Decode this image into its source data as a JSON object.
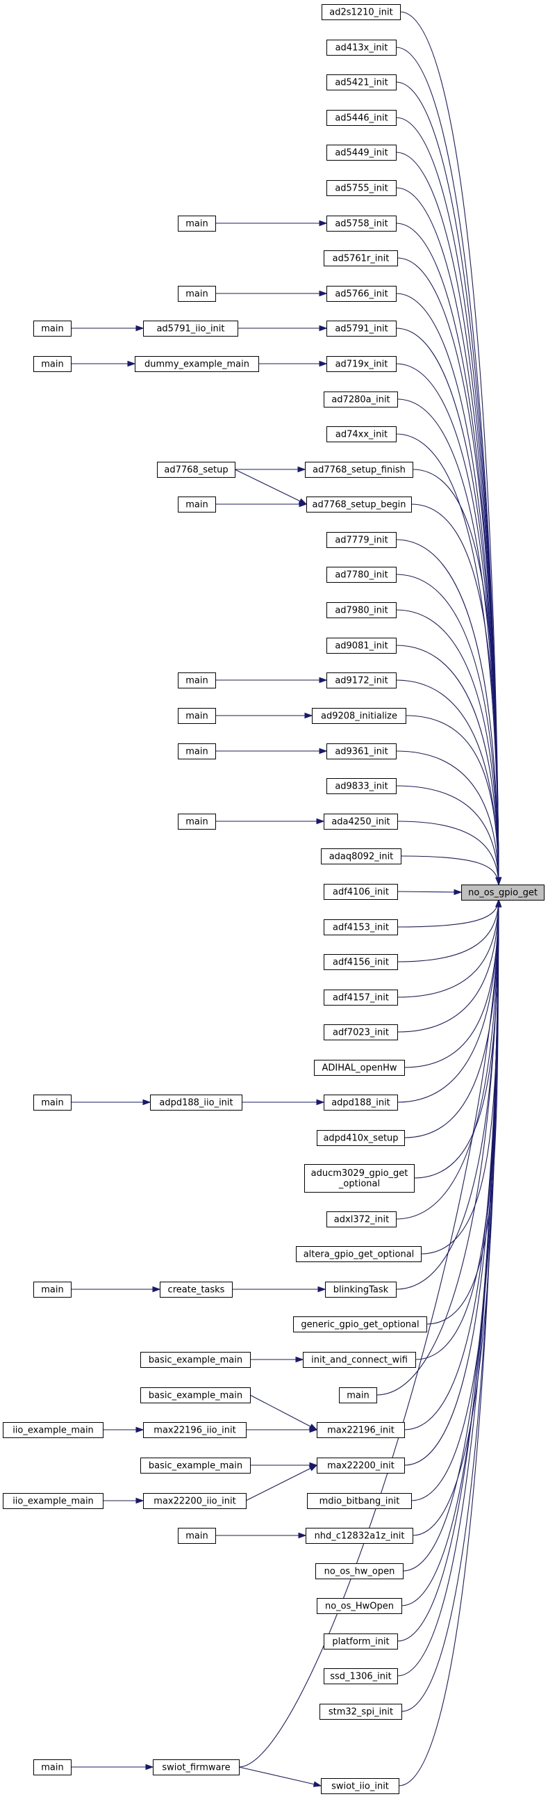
{
  "graph": {
    "target": "no_os_gpio_get",
    "colors": {
      "edge": "#191970",
      "node_border": "#000000",
      "target_fill": "#bfbfbf"
    },
    "nodes": [
      {
        "id": "n_no_os_gpio_get",
        "lines": [
          "no_os_gpio_get"
        ],
        "target": true
      },
      {
        "id": "n_ad2s1210_init",
        "lines": [
          "ad2s1210_init"
        ]
      },
      {
        "id": "n_ad413x_init",
        "lines": [
          "ad413x_init"
        ]
      },
      {
        "id": "n_ad5421_init",
        "lines": [
          "ad5421_init"
        ]
      },
      {
        "id": "n_ad5446_init",
        "lines": [
          "ad5446_init"
        ]
      },
      {
        "id": "n_ad5449_init",
        "lines": [
          "ad5449_init"
        ]
      },
      {
        "id": "n_ad5755_init",
        "lines": [
          "ad5755_init"
        ]
      },
      {
        "id": "n_ad5758_init",
        "lines": [
          "ad5758_init"
        ]
      },
      {
        "id": "n_ad5761r_init",
        "lines": [
          "ad5761r_init"
        ]
      },
      {
        "id": "n_ad5766_init",
        "lines": [
          "ad5766_init"
        ]
      },
      {
        "id": "n_ad5791_init",
        "lines": [
          "ad5791_init"
        ]
      },
      {
        "id": "n_ad719x_init",
        "lines": [
          "ad719x_init"
        ]
      },
      {
        "id": "n_ad7280a_init",
        "lines": [
          "ad7280a_init"
        ]
      },
      {
        "id": "n_ad74xx_init",
        "lines": [
          "ad74xx_init"
        ]
      },
      {
        "id": "n_ad7768_setup_finish",
        "lines": [
          "ad7768_setup_finish"
        ]
      },
      {
        "id": "n_ad7768_setup_begin",
        "lines": [
          "ad7768_setup_begin"
        ]
      },
      {
        "id": "n_ad7779_init",
        "lines": [
          "ad7779_init"
        ]
      },
      {
        "id": "n_ad7780_init",
        "lines": [
          "ad7780_init"
        ]
      },
      {
        "id": "n_ad7980_init",
        "lines": [
          "ad7980_init"
        ]
      },
      {
        "id": "n_ad9081_init",
        "lines": [
          "ad9081_init"
        ]
      },
      {
        "id": "n_ad9172_init",
        "lines": [
          "ad9172_init"
        ]
      },
      {
        "id": "n_ad9208_initialize",
        "lines": [
          "ad9208_initialize"
        ]
      },
      {
        "id": "n_ad9361_init",
        "lines": [
          "ad9361_init"
        ]
      },
      {
        "id": "n_ad9833_init",
        "lines": [
          "ad9833_init"
        ]
      },
      {
        "id": "n_ada4250_init",
        "lines": [
          "ada4250_init"
        ]
      },
      {
        "id": "n_adaq8092_init",
        "lines": [
          "adaq8092_init"
        ]
      },
      {
        "id": "n_adf4106_init",
        "lines": [
          "adf4106_init"
        ]
      },
      {
        "id": "n_adf4153_init",
        "lines": [
          "adf4153_init"
        ]
      },
      {
        "id": "n_adf4156_init",
        "lines": [
          "adf4156_init"
        ]
      },
      {
        "id": "n_adf4157_init",
        "lines": [
          "adf4157_init"
        ]
      },
      {
        "id": "n_adf7023_init",
        "lines": [
          "adf7023_init"
        ]
      },
      {
        "id": "n_ADIHAL_openHw",
        "lines": [
          "ADIHAL_openHw"
        ]
      },
      {
        "id": "n_adpd188_init",
        "lines": [
          "adpd188_init"
        ]
      },
      {
        "id": "n_adpd410x_setup",
        "lines": [
          "adpd410x_setup"
        ]
      },
      {
        "id": "n_aducm3029",
        "lines": [
          "aducm3029_gpio_get",
          "_optional"
        ]
      },
      {
        "id": "n_adxl372_init",
        "lines": [
          "adxl372_init"
        ]
      },
      {
        "id": "n_altera",
        "lines": [
          "altera_gpio_get_optional"
        ]
      },
      {
        "id": "n_blinkingTask",
        "lines": [
          "blinkingTask"
        ]
      },
      {
        "id": "n_generic",
        "lines": [
          "generic_gpio_get_optional"
        ]
      },
      {
        "id": "n_init_and_connect_wifi",
        "lines": [
          "init_and_connect_wifi"
        ]
      },
      {
        "id": "n_main_direct",
        "lines": [
          "main"
        ]
      },
      {
        "id": "n_max22196_init",
        "lines": [
          "max22196_init"
        ]
      },
      {
        "id": "n_max22200_init",
        "lines": [
          "max22200_init"
        ]
      },
      {
        "id": "n_mdio_bitbang_init",
        "lines": [
          "mdio_bitbang_init"
        ]
      },
      {
        "id": "n_nhd",
        "lines": [
          "nhd_c12832a1z_init"
        ]
      },
      {
        "id": "n_no_os_hw_open",
        "lines": [
          "no_os_hw_open"
        ]
      },
      {
        "id": "n_no_os_HwOpen",
        "lines": [
          "no_os_HwOpen"
        ]
      },
      {
        "id": "n_platform_init",
        "lines": [
          "platform_init"
        ]
      },
      {
        "id": "n_ssd_1306_init",
        "lines": [
          "ssd_1306_init"
        ]
      },
      {
        "id": "n_stm32_spi_init",
        "lines": [
          "stm32_spi_init"
        ]
      },
      {
        "id": "n_swiot_iio_init",
        "lines": [
          "swiot_iio_init"
        ]
      },
      {
        "id": "n_main_5758",
        "lines": [
          "main"
        ]
      },
      {
        "id": "n_main_5766",
        "lines": [
          "main"
        ]
      },
      {
        "id": "n_ad5791_iio_init",
        "lines": [
          "ad5791_iio_init"
        ]
      },
      {
        "id": "n_dummy_example_main",
        "lines": [
          "dummy_example_main"
        ]
      },
      {
        "id": "n_ad7768_setup",
        "lines": [
          "ad7768_setup"
        ]
      },
      {
        "id": "n_main_7768",
        "lines": [
          "main"
        ]
      },
      {
        "id": "n_main_9172",
        "lines": [
          "main"
        ]
      },
      {
        "id": "n_main_9208",
        "lines": [
          "main"
        ]
      },
      {
        "id": "n_main_9361",
        "lines": [
          "main"
        ]
      },
      {
        "id": "n_main_4250",
        "lines": [
          "main"
        ]
      },
      {
        "id": "n_adpd188_iio_init",
        "lines": [
          "adpd188_iio_init"
        ]
      },
      {
        "id": "n_create_tasks",
        "lines": [
          "create_tasks"
        ]
      },
      {
        "id": "n_basic_wifi",
        "lines": [
          "basic_example_main"
        ]
      },
      {
        "id": "n_basic_22196",
        "lines": [
          "basic_example_main"
        ]
      },
      {
        "id": "n_max22196_iio_init",
        "lines": [
          "max22196_iio_init"
        ]
      },
      {
        "id": "n_basic_22200",
        "lines": [
          "basic_example_main"
        ]
      },
      {
        "id": "n_max22200_iio_init",
        "lines": [
          "max22200_iio_init"
        ]
      },
      {
        "id": "n_main_nhd",
        "lines": [
          "main"
        ]
      },
      {
        "id": "n_swiot_firmware",
        "lines": [
          "swiot_firmware"
        ]
      },
      {
        "id": "n_main_5791",
        "lines": [
          "main"
        ]
      },
      {
        "id": "n_main_dummy",
        "lines": [
          "main"
        ]
      },
      {
        "id": "n_main_adpd188",
        "lines": [
          "main"
        ]
      },
      {
        "id": "n_main_tasks",
        "lines": [
          "main"
        ]
      },
      {
        "id": "n_iio_22196",
        "lines": [
          "iio_example_main"
        ]
      },
      {
        "id": "n_iio_22200",
        "lines": [
          "iio_example_main"
        ]
      },
      {
        "id": "n_main_swiot",
        "lines": [
          "main"
        ]
      }
    ],
    "edges": [
      {
        "from": "n_ad2s1210_init",
        "to": "n_no_os_gpio_get"
      },
      {
        "from": "n_ad413x_init",
        "to": "n_no_os_gpio_get"
      },
      {
        "from": "n_ad5421_init",
        "to": "n_no_os_gpio_get"
      },
      {
        "from": "n_ad5446_init",
        "to": "n_no_os_gpio_get"
      },
      {
        "from": "n_ad5449_init",
        "to": "n_no_os_gpio_get"
      },
      {
        "from": "n_ad5755_init",
        "to": "n_no_os_gpio_get"
      },
      {
        "from": "n_ad5758_init",
        "to": "n_no_os_gpio_get"
      },
      {
        "from": "n_ad5761r_init",
        "to": "n_no_os_gpio_get"
      },
      {
        "from": "n_ad5766_init",
        "to": "n_no_os_gpio_get"
      },
      {
        "from": "n_ad5791_init",
        "to": "n_no_os_gpio_get"
      },
      {
        "from": "n_ad719x_init",
        "to": "n_no_os_gpio_get"
      },
      {
        "from": "n_ad7280a_init",
        "to": "n_no_os_gpio_get"
      },
      {
        "from": "n_ad74xx_init",
        "to": "n_no_os_gpio_get"
      },
      {
        "from": "n_ad7768_setup_finish",
        "to": "n_no_os_gpio_get"
      },
      {
        "from": "n_ad7768_setup_begin",
        "to": "n_no_os_gpio_get"
      },
      {
        "from": "n_ad7779_init",
        "to": "n_no_os_gpio_get"
      },
      {
        "from": "n_ad7780_init",
        "to": "n_no_os_gpio_get"
      },
      {
        "from": "n_ad7980_init",
        "to": "n_no_os_gpio_get"
      },
      {
        "from": "n_ad9081_init",
        "to": "n_no_os_gpio_get"
      },
      {
        "from": "n_ad9172_init",
        "to": "n_no_os_gpio_get"
      },
      {
        "from": "n_ad9208_initialize",
        "to": "n_no_os_gpio_get"
      },
      {
        "from": "n_ad9361_init",
        "to": "n_no_os_gpio_get"
      },
      {
        "from": "n_ad9833_init",
        "to": "n_no_os_gpio_get"
      },
      {
        "from": "n_ada4250_init",
        "to": "n_no_os_gpio_get"
      },
      {
        "from": "n_adaq8092_init",
        "to": "n_no_os_gpio_get"
      },
      {
        "from": "n_adf4106_init",
        "to": "n_no_os_gpio_get"
      },
      {
        "from": "n_adf4153_init",
        "to": "n_no_os_gpio_get"
      },
      {
        "from": "n_adf4156_init",
        "to": "n_no_os_gpio_get"
      },
      {
        "from": "n_adf4157_init",
        "to": "n_no_os_gpio_get"
      },
      {
        "from": "n_adf7023_init",
        "to": "n_no_os_gpio_get"
      },
      {
        "from": "n_ADIHAL_openHw",
        "to": "n_no_os_gpio_get"
      },
      {
        "from": "n_adpd188_init",
        "to": "n_no_os_gpio_get"
      },
      {
        "from": "n_adpd410x_setup",
        "to": "n_no_os_gpio_get"
      },
      {
        "from": "n_aducm3029",
        "to": "n_no_os_gpio_get"
      },
      {
        "from": "n_adxl372_init",
        "to": "n_no_os_gpio_get"
      },
      {
        "from": "n_altera",
        "to": "n_no_os_gpio_get"
      },
      {
        "from": "n_blinkingTask",
        "to": "n_no_os_gpio_get"
      },
      {
        "from": "n_generic",
        "to": "n_no_os_gpio_get"
      },
      {
        "from": "n_init_and_connect_wifi",
        "to": "n_no_os_gpio_get"
      },
      {
        "from": "n_main_direct",
        "to": "n_no_os_gpio_get"
      },
      {
        "from": "n_max22196_init",
        "to": "n_no_os_gpio_get"
      },
      {
        "from": "n_max22200_init",
        "to": "n_no_os_gpio_get"
      },
      {
        "from": "n_mdio_bitbang_init",
        "to": "n_no_os_gpio_get"
      },
      {
        "from": "n_nhd",
        "to": "n_no_os_gpio_get"
      },
      {
        "from": "n_no_os_hw_open",
        "to": "n_no_os_gpio_get"
      },
      {
        "from": "n_no_os_HwOpen",
        "to": "n_no_os_gpio_get"
      },
      {
        "from": "n_platform_init",
        "to": "n_no_os_gpio_get"
      },
      {
        "from": "n_ssd_1306_init",
        "to": "n_no_os_gpio_get"
      },
      {
        "from": "n_stm32_spi_init",
        "to": "n_no_os_gpio_get"
      },
      {
        "from": "n_swiot_iio_init",
        "to": "n_no_os_gpio_get"
      },
      {
        "from": "n_swiot_firmware",
        "to": "n_no_os_gpio_get"
      },
      {
        "from": "n_main_5758",
        "to": "n_ad5758_init"
      },
      {
        "from": "n_main_5766",
        "to": "n_ad5766_init"
      },
      {
        "from": "n_ad5791_iio_init",
        "to": "n_ad5791_init"
      },
      {
        "from": "n_main_5791",
        "to": "n_ad5791_iio_init"
      },
      {
        "from": "n_dummy_example_main",
        "to": "n_ad719x_init"
      },
      {
        "from": "n_main_dummy",
        "to": "n_dummy_example_main"
      },
      {
        "from": "n_ad7768_setup",
        "to": "n_ad7768_setup_finish"
      },
      {
        "from": "n_ad7768_setup",
        "to": "n_ad7768_setup_begin"
      },
      {
        "from": "n_main_7768",
        "to": "n_ad7768_setup_begin"
      },
      {
        "from": "n_main_9172",
        "to": "n_ad9172_init"
      },
      {
        "from": "n_main_9208",
        "to": "n_ad9208_initialize"
      },
      {
        "from": "n_main_9361",
        "to": "n_ad9361_init"
      },
      {
        "from": "n_main_4250",
        "to": "n_ada4250_init"
      },
      {
        "from": "n_adpd188_iio_init",
        "to": "n_adpd188_init"
      },
      {
        "from": "n_main_adpd188",
        "to": "n_adpd188_iio_init"
      },
      {
        "from": "n_create_tasks",
        "to": "n_blinkingTask"
      },
      {
        "from": "n_main_tasks",
        "to": "n_create_tasks"
      },
      {
        "from": "n_basic_wifi",
        "to": "n_init_and_connect_wifi"
      },
      {
        "from": "n_basic_22196",
        "to": "n_max22196_init"
      },
      {
        "from": "n_max22196_iio_init",
        "to": "n_max22196_init"
      },
      {
        "from": "n_iio_22196",
        "to": "n_max22196_iio_init"
      },
      {
        "from": "n_basic_22200",
        "to": "n_max22200_init"
      },
      {
        "from": "n_max22200_iio_init",
        "to": "n_max22200_init"
      },
      {
        "from": "n_iio_22200",
        "to": "n_max22200_iio_init"
      },
      {
        "from": "n_main_nhd",
        "to": "n_nhd"
      },
      {
        "from": "n_swiot_firmware",
        "to": "n_swiot_iio_init"
      },
      {
        "from": "n_main_swiot",
        "to": "n_swiot_firmware"
      }
    ]
  }
}
